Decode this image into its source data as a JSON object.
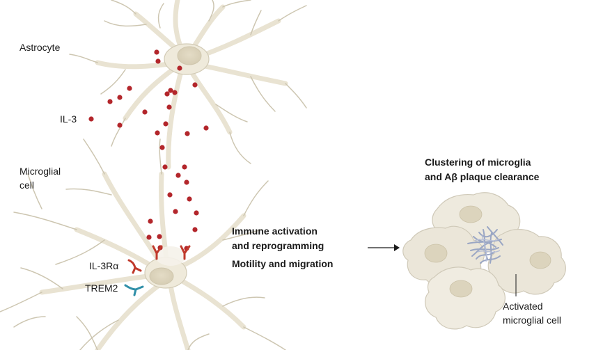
{
  "labels": {
    "astrocyte": "Astrocyte",
    "il3": "IL-3",
    "microglial_cell_line1": "Microglial",
    "microglial_cell_line2": "cell",
    "il3r": "IL-3Rα",
    "trem2": "TREM2",
    "process_1_line1": "Immune activation",
    "process_1_line2": "and reprogramming",
    "process_2": "Motility and migration",
    "outcome_line1": "Clustering of microglia",
    "outcome_line2": "and Aβ plaque clearance",
    "activated_line1": "Activated",
    "activated_line2": "microglial cell"
  },
  "colors": {
    "cell_fill": "#efeadb",
    "cell_stroke": "#c9c2ad",
    "il3": "#b3262b",
    "il3r": "#c0392b",
    "trem2": "#2f8fa8",
    "plaque": "#9aa6c4",
    "text": "#1a1a1a"
  }
}
